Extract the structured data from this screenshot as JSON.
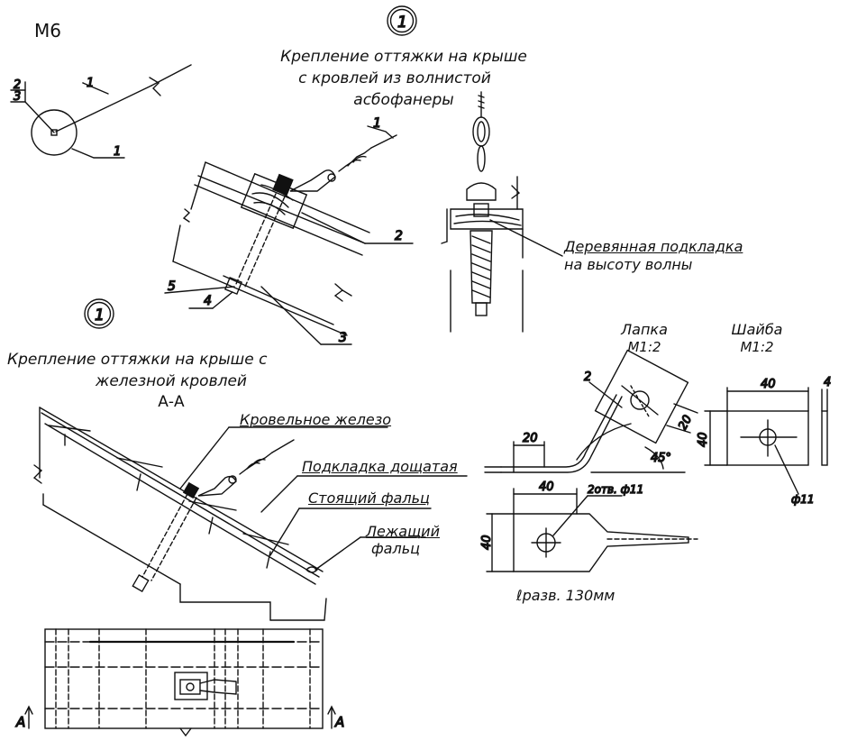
{
  "sheet_code": "М6",
  "callout_mark": "1",
  "node_1_title": [
    "Крепление оттяжки на крыше",
    "с кровлей из волнистой",
    "асбофанеры"
  ],
  "node_2_title": [
    "Крепление оттяжки на крыше с",
    "железной кровлей"
  ],
  "section_label": "А-А",
  "section_mark": "А",
  "plan_labels": {
    "n1": "1",
    "n2": "2",
    "n3": "3"
  },
  "detail_1_labels": {
    "n1": "1",
    "n2": "2",
    "n3": "3",
    "n4": "4",
    "n5": "5"
  },
  "wave_note": [
    "Деревянная подкладка",
    "на высоту волны"
  ],
  "roof_notes": {
    "iron": "Кровельное железо",
    "board": "Подкладка дощатая",
    "standing": "Стоящий фальц",
    "lying_1": "Лежащий",
    "lying_2": "фальц"
  },
  "lapka": {
    "title": "Лапка",
    "scale": "М1:2",
    "dim_20a": "20",
    "dim_20b": "20",
    "angle": "45°",
    "pos": "2",
    "dim_40": "40",
    "dim_40v": "40",
    "hole_note": "2отв. ф11",
    "dev_length": "ℓразв. 130мм"
  },
  "washer": {
    "title": "Шайба",
    "scale": "М1:2",
    "dim_40h": "40",
    "dim_40v": "40",
    "dim_4": "4",
    "hole": "ф11"
  }
}
